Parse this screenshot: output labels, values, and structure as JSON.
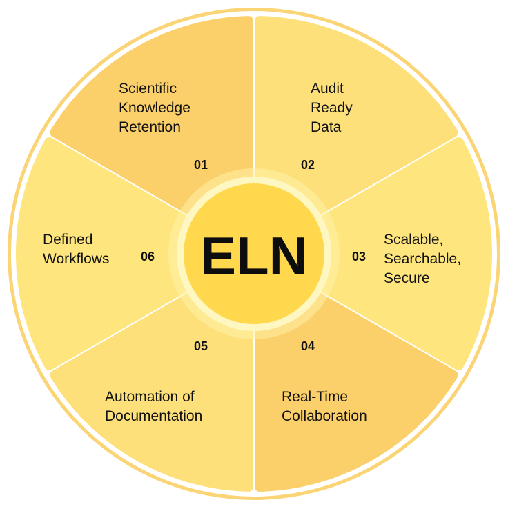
{
  "center_label": "ELN",
  "segments": [
    {
      "number": "01",
      "lines": [
        "Scientific",
        "Knowledge",
        "Retention"
      ],
      "color": "#fbcf69"
    },
    {
      "number": "02",
      "lines": [
        "Audit",
        "Ready",
        "Data"
      ],
      "color": "#fde07a"
    },
    {
      "number": "03",
      "lines": [
        "Scalable,",
        "Searchable,",
        "Secure"
      ],
      "color": "#fee57e"
    },
    {
      "number": "04",
      "lines": [
        "Real-Time",
        "Collaboration"
      ],
      "color": "#fbcf69"
    },
    {
      "number": "05",
      "lines": [
        "Automation of",
        "Documentation"
      ],
      "color": "#fde07a"
    },
    {
      "number": "06",
      "lines": [
        "Defined",
        "Workflows"
      ],
      "color": "#fee57e"
    }
  ],
  "colors": {
    "outer_ring": "#fbd475",
    "gap": "#ffffff",
    "center_glow": "#fff3a8",
    "center_fill": "#ffd84d",
    "text": "#111111"
  }
}
